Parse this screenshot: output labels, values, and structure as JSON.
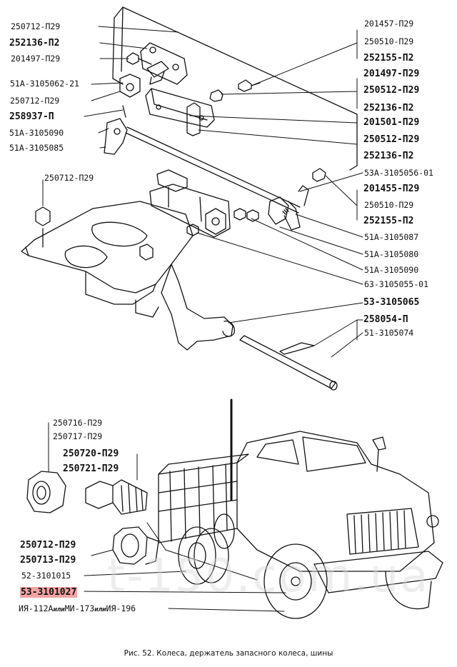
{
  "labels": {
    "l_250712_p29_a": "250712-П29",
    "l_252136_p2_a": "252136-П2",
    "l_201497_p29_a": "201497-П29",
    "l_51a_3105062_21": "51А-3105062-21",
    "l_250712_p29_b": "250712-П29",
    "l_258937_p": "258937-П",
    "l_51a_3105090_a": "51А-3105090",
    "l_51a_3105085": "51А-3105085",
    "l_201457_p29": "201457-П29",
    "l_250510_p29_a": "250510-П29",
    "l_252155_p2_a": "252155-П2",
    "l_201497_p29_b": "201497-П29",
    "l_250512_p29_a": "250512-П29",
    "l_252136_p2_b": "252136-П2",
    "l_201501_p29": "201501-П29",
    "l_250512_p29_b": "250512-П29",
    "l_252136_p2_c": "252136-П2",
    "l_53a_3105056_01": "53А-3105056-01",
    "l_250712_p29_c": "250712-П29",
    "l_201455_p29": "201455-П29",
    "l_250510_p29_b": "250510-П29",
    "l_252155_p2_b": "252155-П2",
    "l_51a_3105087": "51А-3105087",
    "l_51a_3105080": "51А-3105080",
    "l_51a_3105090_b": "51А-3105090",
    "l_63_3105055_01": "63-3105055-01",
    "l_53_3105065": "53-3105065",
    "l_258054_p": "258054-П",
    "l_51_3105074": "51-3105074",
    "l_250716_p29": "250716-П29",
    "l_250717_p29": "250717-П29",
    "l_250720_p29": "250720-П29",
    "l_250721_p29": "250721-П29",
    "l_250712_p29_d": "250712-П29",
    "l_250713_p29": "250713-П29",
    "l_52_3101015": "52-3101015",
    "l_53_3101027": "53-3101027",
    "tire_1": "ИЯ-112А",
    "tire_or_1": "или",
    "tire_2": "МИ-173",
    "tire_or_2": "или",
    "tire_3": "ИЯ-196"
  },
  "caption": "Рис. 52. Колеса, держатель запасного колеса, шины",
  "watermark": "t-150.com.ua",
  "highlight_color": "#f4a3a3"
}
